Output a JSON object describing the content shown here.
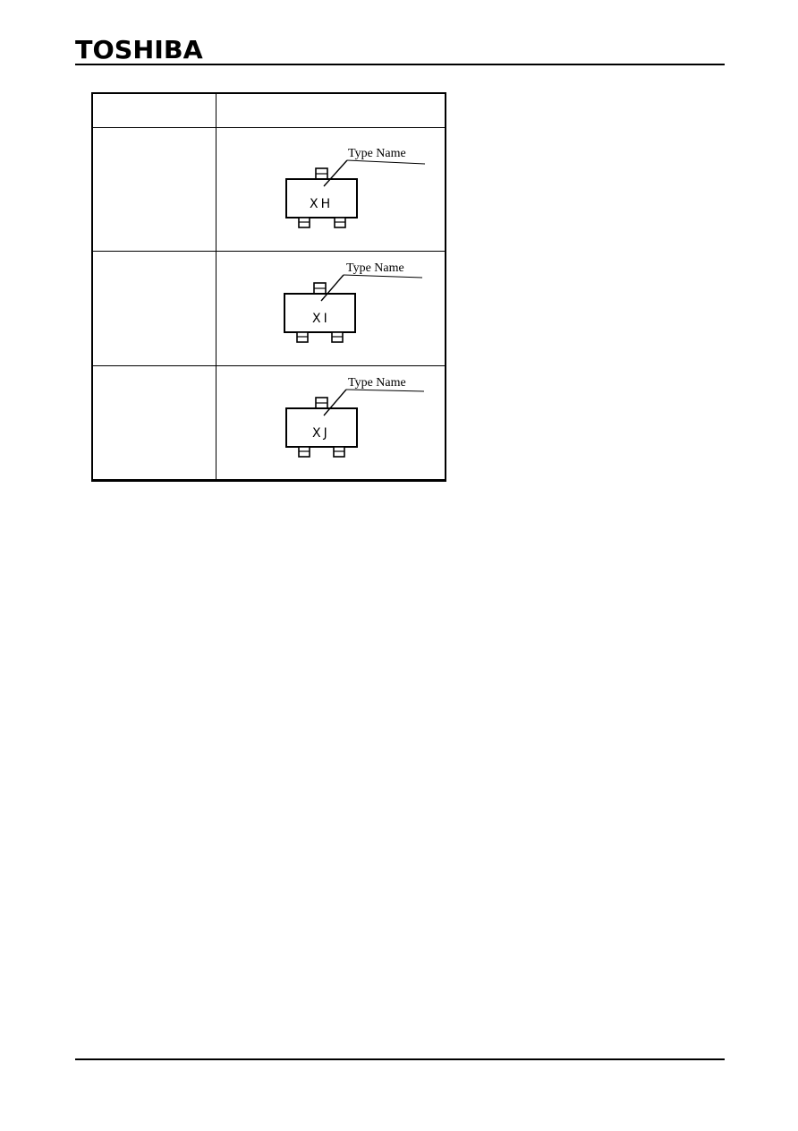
{
  "header": {
    "brand": "TOSHIBA"
  },
  "marking_table": {
    "header": {
      "col1": "",
      "col2": ""
    },
    "rows": [
      {
        "label": "",
        "mark": "XH",
        "callout": "Type Name"
      },
      {
        "label": "",
        "mark": "XI",
        "callout": "Type Name"
      },
      {
        "label": "",
        "mark": "XJ",
        "callout": "Type Name"
      }
    ]
  }
}
